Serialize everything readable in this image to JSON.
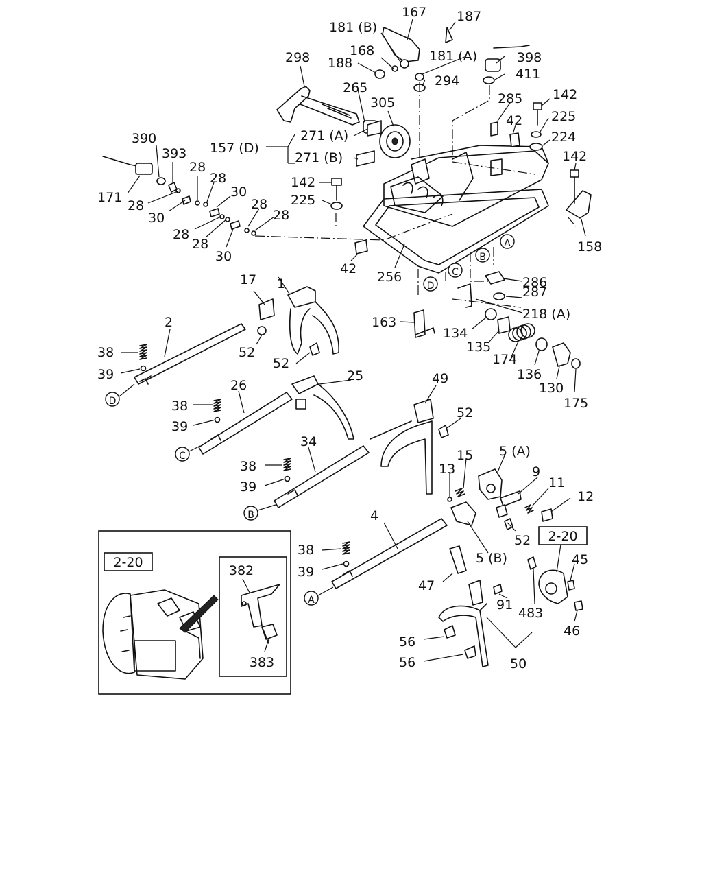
{
  "parts": {
    "p167": "167",
    "p187": "187",
    "p181b": "181 (B)",
    "p168": "168",
    "p181a": "181 (A)",
    "p398": "398",
    "p188": "188",
    "p298": "298",
    "p411": "411",
    "p294": "294",
    "p265": "265",
    "p305": "305",
    "p285": "285",
    "p142a": "142",
    "p225a": "225",
    "p42a": "42",
    "p390": "390",
    "p271a": "271 (A)",
    "p224": "224",
    "p157d": "157 (D)",
    "p393": "393",
    "p28a": "28",
    "p271b": "271 (B)",
    "p28b": "28",
    "p142b": "142",
    "p171": "171",
    "p30a": "30",
    "p142c": "142",
    "p225b": "225",
    "p28c": "28",
    "p30b": "30",
    "p28d": "28",
    "p28e": "28",
    "p28f": "28",
    "p30c": "30",
    "p158": "158",
    "p42b": "42",
    "p256": "256",
    "p286": "286",
    "p1": "1",
    "p17": "17",
    "p287": "287",
    "p218a": "218 (A)",
    "p2": "2",
    "p163": "163",
    "p134": "134",
    "p38a": "38",
    "p52a": "52",
    "p135": "135",
    "p174": "174",
    "p39a": "39",
    "p52b": "52",
    "p136": "136",
    "p130": "130",
    "p175": "175",
    "p25": "25",
    "p49": "49",
    "p26": "26",
    "p38b": "38",
    "p52c": "52",
    "p39b": "39",
    "p34": "34",
    "p15": "15",
    "p5a": "5 (A)",
    "p13": "13",
    "p38c": "38",
    "p9": "9",
    "p39c": "39",
    "p11": "11",
    "p12": "12",
    "p4": "4",
    "p52d": "52",
    "p220": "2-20",
    "p38d": "38",
    "p5b": "5 (B)",
    "p45": "45",
    "p39d": "39",
    "p47": "47",
    "p91": "91",
    "p483": "483",
    "p46": "46",
    "p56a": "56",
    "p56b": "56",
    "p50": "50"
  },
  "refs": {
    "a": "A",
    "b": "B",
    "c": "C",
    "d": "D"
  },
  "inset": {
    "ref_box": "2-20",
    "p382": "382",
    "p383": "383"
  }
}
